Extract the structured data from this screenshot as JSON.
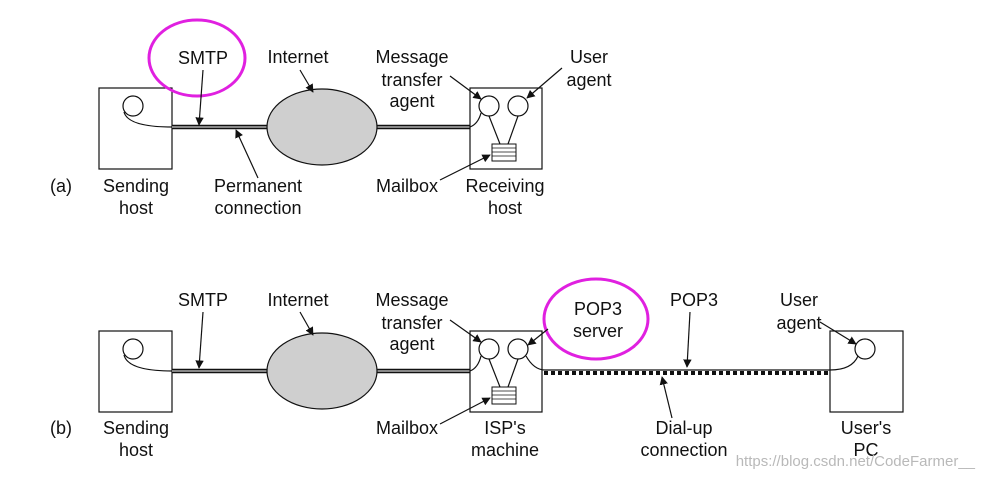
{
  "colors": {
    "ink": "#111111",
    "cloud_fill": "#cfcfcf",
    "highlight": "#e020e0",
    "watermark": "#b9b9b9"
  },
  "panel_a": {
    "tag": "(a)",
    "smtp": "SMTP",
    "internet": "Internet",
    "mta": [
      "Message",
      "transfer",
      "agent"
    ],
    "user_agent": [
      "User",
      "agent"
    ],
    "sending_host": [
      "Sending",
      "host"
    ],
    "permanent_connection": [
      "Permanent",
      "connection"
    ],
    "mailbox": "Mailbox",
    "receiving_host": [
      "Receiving",
      "host"
    ]
  },
  "panel_b": {
    "tag": "(b)",
    "smtp": "SMTP",
    "internet": "Internet",
    "mta": [
      "Message",
      "transfer",
      "agent"
    ],
    "pop3_server": [
      "POP3",
      "server"
    ],
    "pop3": "POP3",
    "user_agent": [
      "User",
      "agent"
    ],
    "sending_host": [
      "Sending",
      "host"
    ],
    "mailbox": "Mailbox",
    "isp_machine": [
      "ISP's",
      "machine"
    ],
    "dialup_connection": [
      "Dial-up",
      "connection"
    ],
    "users_pc": [
      "User's",
      "PC"
    ]
  },
  "watermark": "https://blog.csdn.net/CodeFarmer__"
}
